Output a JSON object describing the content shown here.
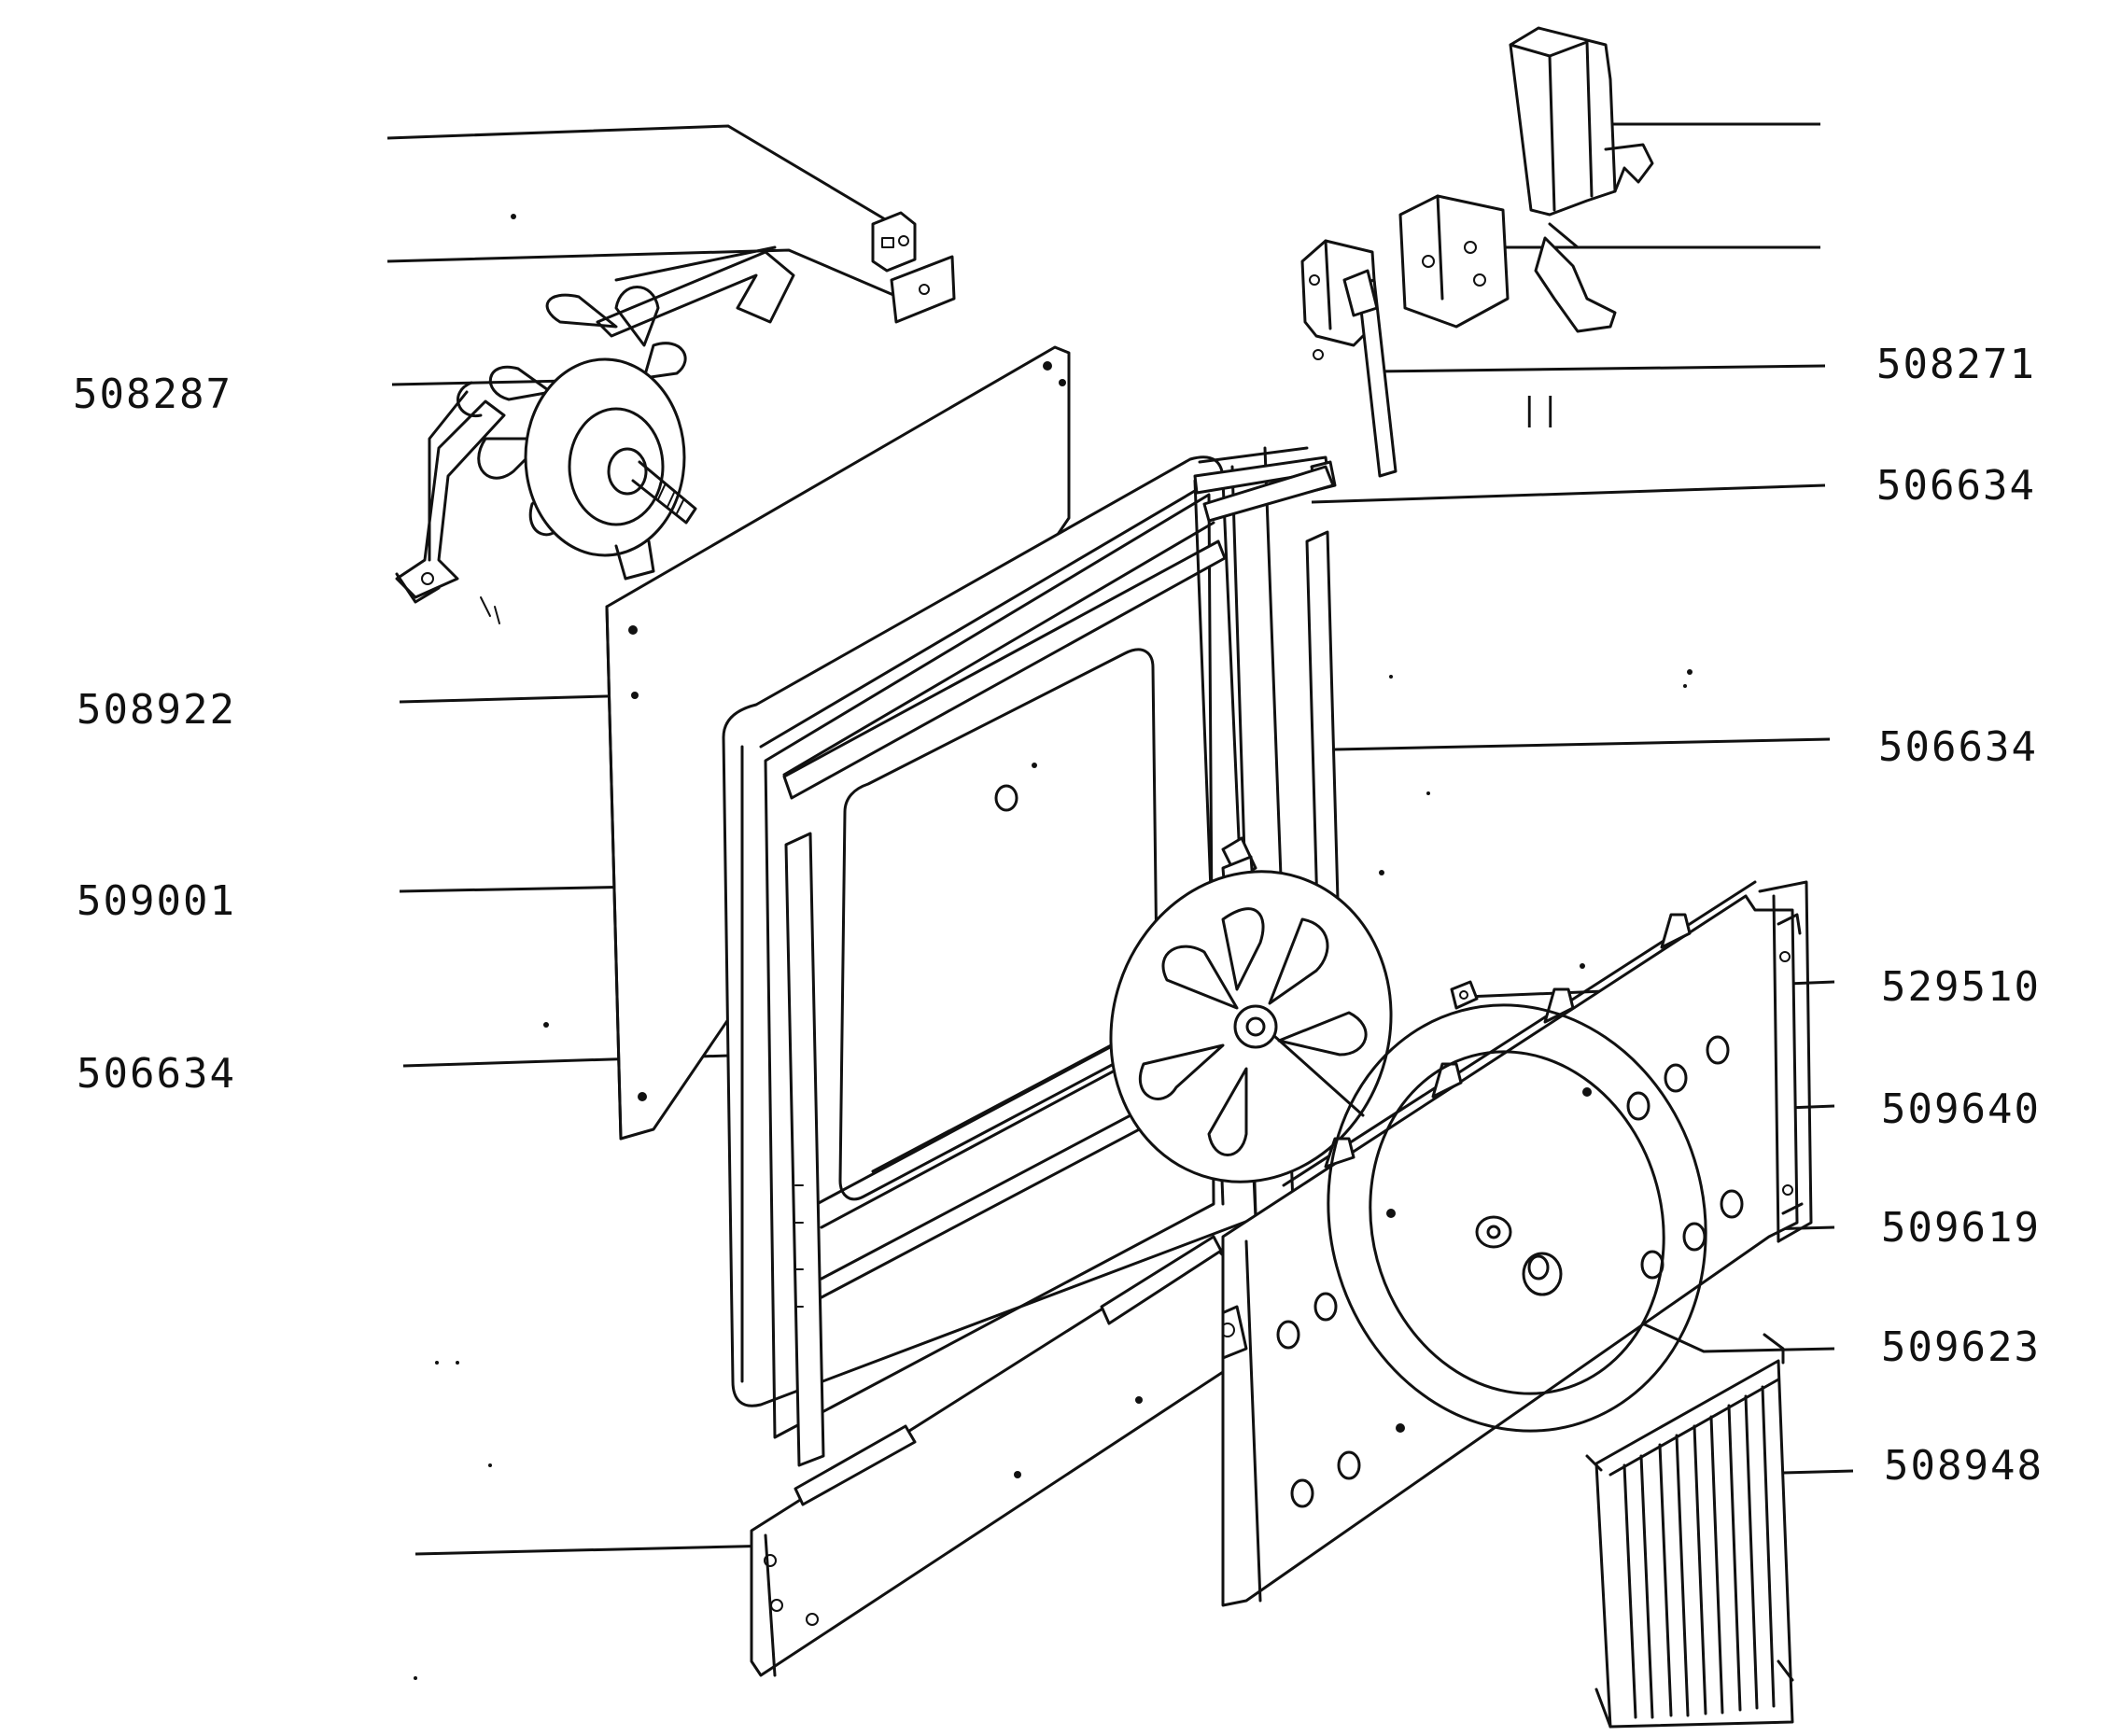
{
  "labels": [
    {
      "id": "fan-motor",
      "text": "508287"
    },
    {
      "id": "back-panel",
      "text": "508922"
    },
    {
      "id": "oven-cavity",
      "text": "509001"
    },
    {
      "id": "gasket-left",
      "text": "506634"
    },
    {
      "id": "switch",
      "text": "508271"
    },
    {
      "id": "gasket-top",
      "text": "506634"
    },
    {
      "id": "gasket-right",
      "text": "506634"
    },
    {
      "id": "clip",
      "text": "529510"
    },
    {
      "id": "fan-cover-panel",
      "text": "509640"
    },
    {
      "id": "washer",
      "text": "509619"
    },
    {
      "id": "nut",
      "text": "509623"
    },
    {
      "id": "grille",
      "text": "508948"
    }
  ],
  "sketch_note": "||"
}
